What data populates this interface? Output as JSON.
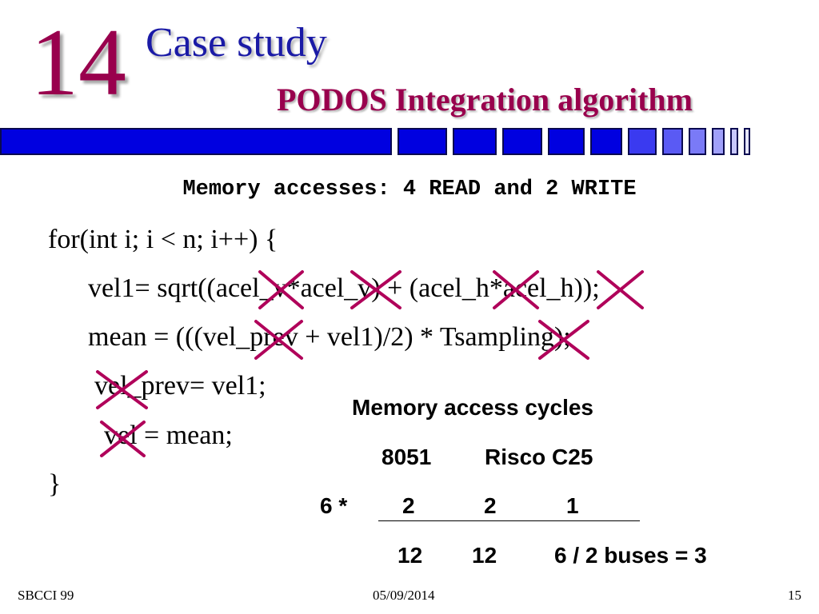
{
  "slide": {
    "number": "14",
    "title": "Case study",
    "subtitle": "PODOS Integration algorithm"
  },
  "heading": "Memory accesses: 4 READ and 2 WRITE",
  "code_lines": [
    "for(int i; i < n; i++) {",
    "vel1= sqrt((acel_v*acel_v) + (acel_h*acel_h));",
    "mean = (((vel_prev + vel1)/2) * Tsampling);",
    "vel_prev= vel1;",
    "vel = mean;",
    "}"
  ],
  "table": {
    "title": "Memory access cycles",
    "headers": [
      "8051",
      "Risco C25"
    ],
    "multiplier": "6 *",
    "row1": [
      "2",
      "2",
      "1"
    ],
    "row2": [
      "12",
      "12",
      "6 / 2 buses = 3"
    ]
  },
  "footer": {
    "left": "SBCCI 99",
    "center": "05/09/2014",
    "right": "15"
  },
  "colors": {
    "accent": "#99004d",
    "title_blue": "#1a1aa6",
    "bar_blue": "#0000e0",
    "cross": "#b0005a"
  },
  "icons": [
    "cross-mark-icon"
  ]
}
